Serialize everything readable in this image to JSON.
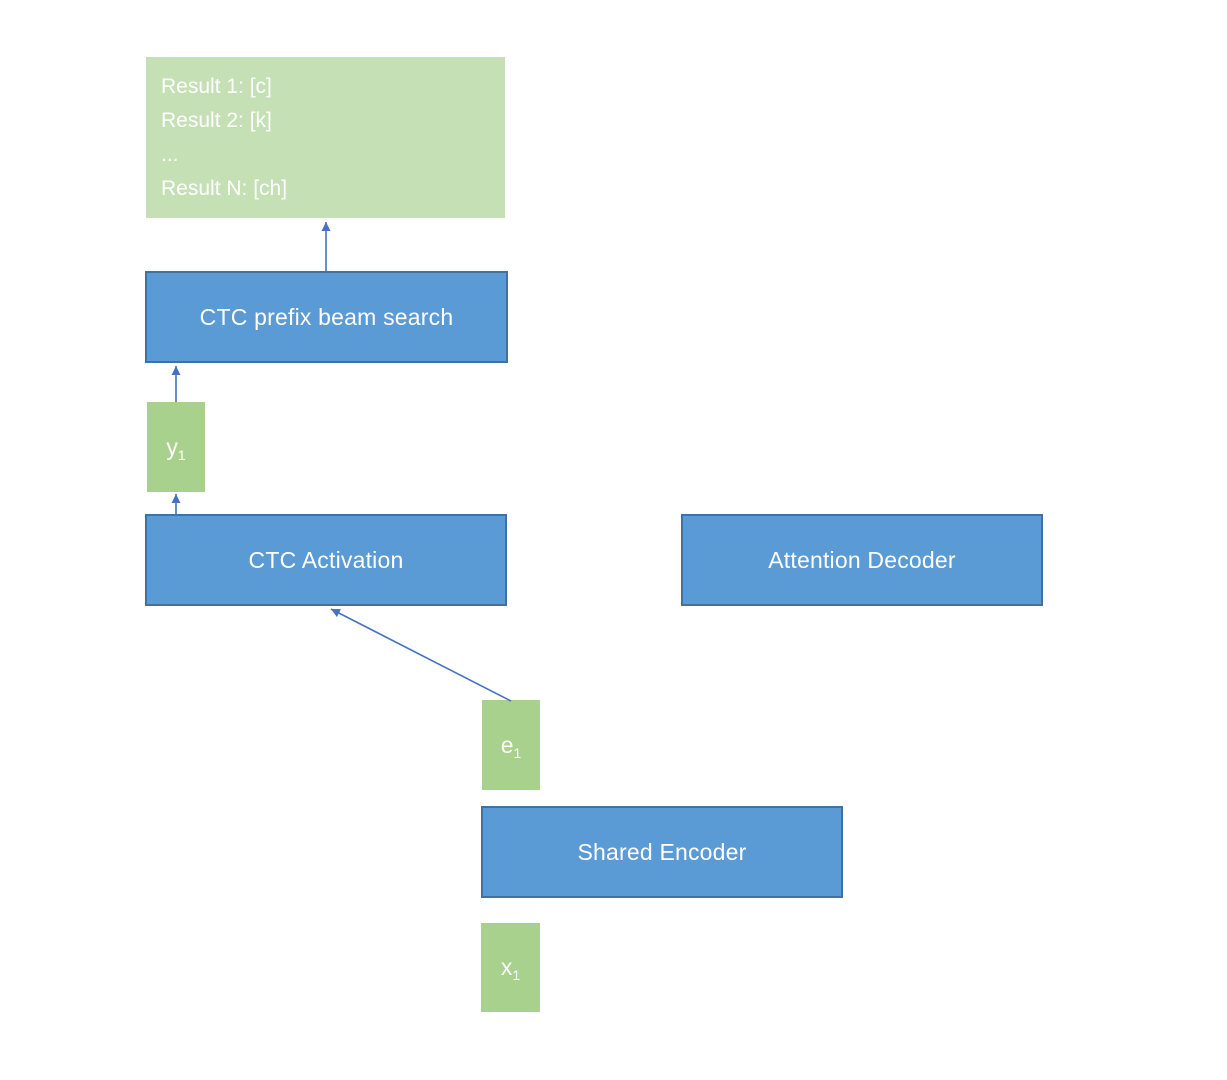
{
  "colors": {
    "blue_fill": "#5b9bd5",
    "blue_border": "#41719c",
    "green_fill": "#a9d18e",
    "light_green_fill": "#c5e0b4",
    "arrow": "#4472c4",
    "text": "#ffffff",
    "background": "#ffffff"
  },
  "diagram": {
    "results_box": {
      "lines": [
        "Result 1: [c]",
        "Result 2: [k]",
        "...",
        "Result N: [ch]"
      ]
    },
    "prefix_box": {
      "label": "CTC prefix beam search"
    },
    "activation_box": {
      "label": "CTC Activation"
    },
    "attention_box": {
      "label": "Attention Decoder"
    },
    "encoder_box": {
      "label": "Shared Encoder"
    },
    "y1_box": {
      "base": "y",
      "sub": "1"
    },
    "e1_box": {
      "base": "e",
      "sub": "1"
    },
    "x1_box": {
      "base": "x",
      "sub": "1"
    }
  }
}
